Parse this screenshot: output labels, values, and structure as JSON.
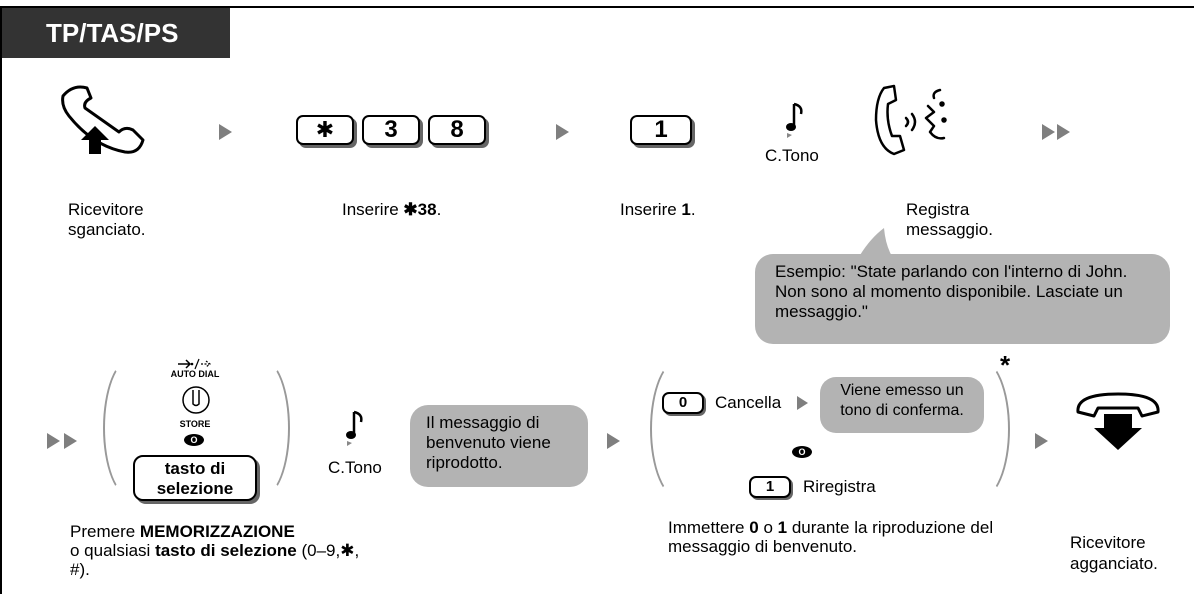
{
  "header": {
    "title": "TP/TAS/PS"
  },
  "steps": {
    "off_hook": {
      "label": "Ricevitore sganciato."
    },
    "enter_code": {
      "keys": [
        "✱",
        "3",
        "8"
      ],
      "prefix": "Inserire ",
      "code": "✱38",
      "suffix": "."
    },
    "enter_one": {
      "key": "1",
      "prefix": "Inserire ",
      "code": "1",
      "suffix": "."
    },
    "tone1": {
      "label": "C.Tono"
    },
    "record": {
      "label": "Registra messaggio."
    },
    "example": "Esempio:  \"State parlando con l'interno di John. Non sono al momento disponibile. Lasciate un messaggio.\"",
    "store": {
      "auto_dial": "AUTO DIAL",
      "store_label": "STORE",
      "dot": "O",
      "flex_button": "tasto di selezione",
      "desc_1": "Premere ",
      "desc_bold1": "MEMORIZZAZIONE",
      "desc_2": "o qualsiasi ",
      "desc_bold2": "tasto di selezione",
      "desc_3": " (0–9,✱, #)."
    },
    "tone2": {
      "label": "C.Tono"
    },
    "playback_bubble": "Il messaggio di benvenuto viene riprodotto.",
    "options": {
      "key0": "0",
      "cancel": "Cancella",
      "confirm_bubble": "Viene emesso un tono di conferma.",
      "dot": "O",
      "key1": "1",
      "rerecord": "Riregistra",
      "asterisk": "*",
      "desc_1": "Immettere ",
      "b0": "0",
      "desc_2": " o ",
      "b1": "1",
      "desc_3": " durante la riproduzione del messaggio di benvenuto."
    },
    "on_hook": {
      "label": "Ricevitore agganciato."
    }
  }
}
